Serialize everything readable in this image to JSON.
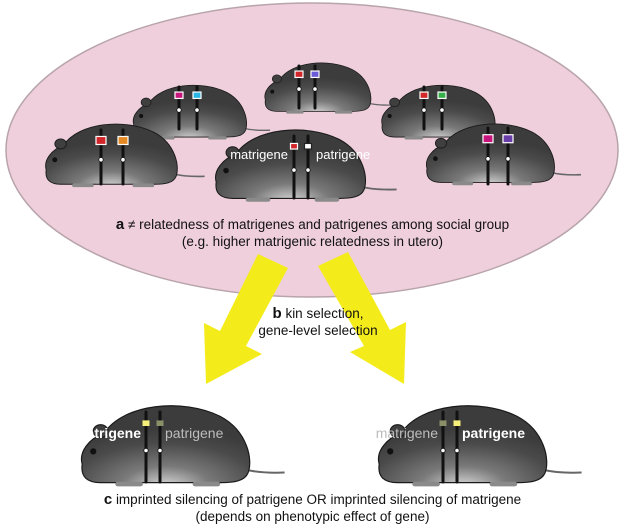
{
  "labels": {
    "matrigene": "matrigene",
    "patrigene": "patrigene"
  },
  "panel_a": {
    "letter": "a",
    "line1": "≠ relatedness of matrigenes and patrigenes among social group",
    "line2": "(e.g. higher matrigenic relatedness in utero)"
  },
  "panel_b": {
    "letter": "b",
    "line1": "kin selection,",
    "line2": "gene-level selection"
  },
  "panel_c": {
    "letter": "c",
    "line1": "imprinted silencing of patrigene OR imprinted silencing of matrigene",
    "line2": "(depends on phenotypic effect of gene)"
  },
  "colors": {
    "ellipse_fill": "#eecfdb",
    "ellipse_stroke": "#b8a4ab",
    "mouse_body": "#4a4a4a",
    "arrow": "#f4ec1a",
    "gene_highlight": "#f6f07a",
    "gene_dim": "#8a8f68"
  },
  "group_mice": [
    {
      "name": "mouse-top-center",
      "matrigene_color": "#d2272a",
      "patrigene_color": "#6a5bd8"
    },
    {
      "name": "mouse-upper-left",
      "matrigene_color": "#c8157e",
      "patrigene_color": "#29b8e5"
    },
    {
      "name": "mouse-upper-right",
      "matrigene_color": "#d2272a",
      "patrigene_color": "#36b04a"
    },
    {
      "name": "mouse-left",
      "matrigene_color": "#d2272a",
      "patrigene_color": "#e58a22"
    },
    {
      "name": "mouse-center",
      "matrigene_color": "#d2272a",
      "patrigene_color": "#ffffff"
    },
    {
      "name": "mouse-right",
      "matrigene_color": "#c8157e",
      "patrigene_color": "#6a3ea8"
    }
  ]
}
